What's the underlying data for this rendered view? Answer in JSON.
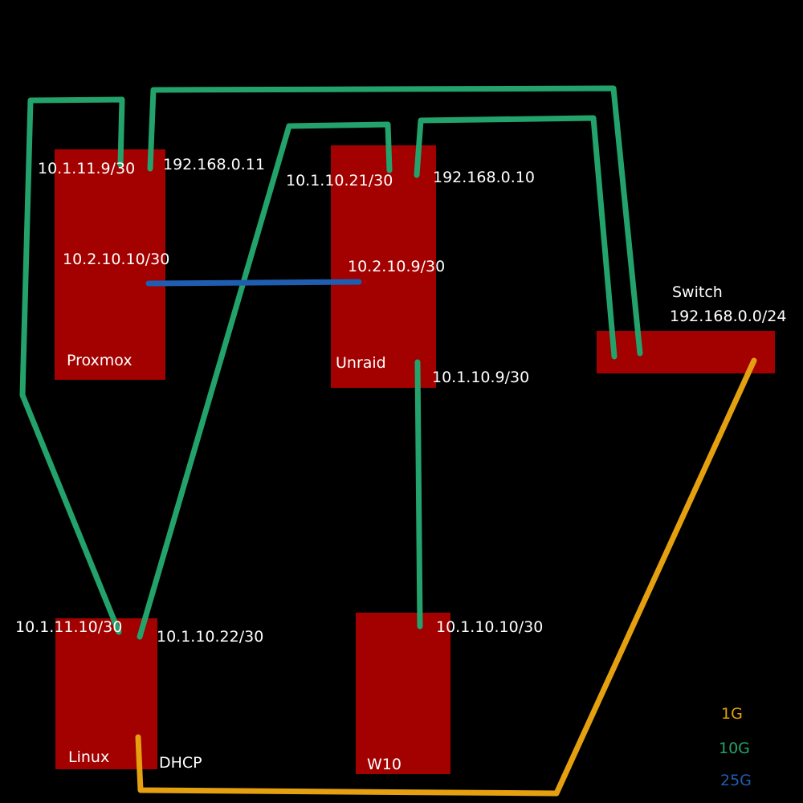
{
  "colors": {
    "node": "#a30000",
    "1G": "#e5a00f",
    "10G": "#23a36b",
    "25G": "#1f5db0",
    "text": "#ffffff"
  },
  "nodes": {
    "proxmox": {
      "name": "Proxmox",
      "ip_top_left": "10.1.11.9/30",
      "ip_top_right": "192.168.0.11",
      "ip_mid": "10.2.10.10/30"
    },
    "unraid": {
      "name": "Unraid",
      "ip_top_left": "10.1.10.21/30",
      "ip_top_right": "192.168.0.10",
      "ip_mid": "10.2.10.9/30",
      "ip_bottom": "10.1.10.9/30"
    },
    "switch": {
      "name": "Switch",
      "subnet": "192.168.0.0/24"
    },
    "linux": {
      "name": "Linux",
      "ip_left": "10.1.11.10/30",
      "ip_right": "10.1.10.22/30",
      "dhcp": "DHCP"
    },
    "w10": {
      "name": "W10",
      "ip": "10.1.10.10/30"
    }
  },
  "legend": [
    {
      "label": "1G",
      "color": "#e5a00f"
    },
    {
      "label": "10G",
      "color": "#23a36b"
    },
    {
      "label": "25G",
      "color": "#1f5db0"
    }
  ]
}
